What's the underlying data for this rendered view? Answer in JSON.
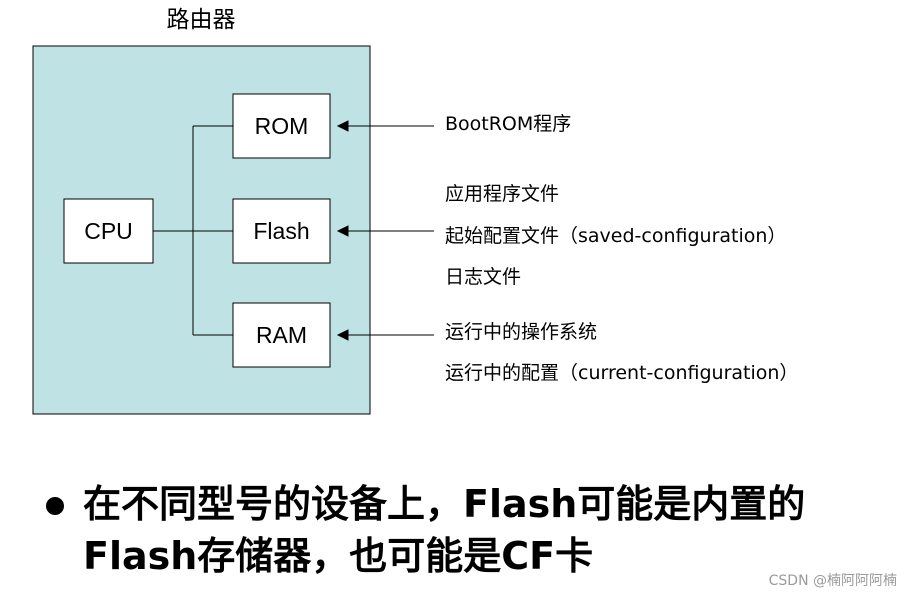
{
  "router": {
    "title": "路由器"
  },
  "components": {
    "cpu": "CPU",
    "rom": "ROM",
    "flash": "Flash",
    "ram": "RAM"
  },
  "notes": {
    "rom": [
      "BootROM程序"
    ],
    "flash": [
      "应用程序文件",
      "起始配置文件（saved-configuration）",
      "日志文件"
    ],
    "ram": [
      "运行中的操作系统",
      "运行中的配置（current-configuration）"
    ]
  },
  "bullet": {
    "line1": "在不同型号的设备上，Flash可能是内置的",
    "line2": "Flash存储器，也可能是CF卡"
  },
  "watermark": "CSDN @楠阿阿阿楠",
  "colors": {
    "router_fill": "#bfe2e4",
    "box_fill": "#ffffff",
    "stroke": "#000000"
  }
}
